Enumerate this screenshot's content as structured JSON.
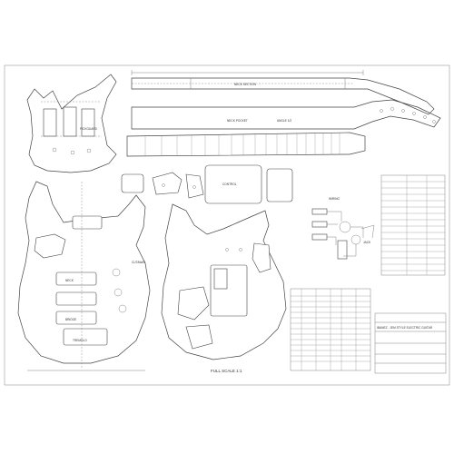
{
  "sheet": {
    "neck_top_label": "NECK SECTION",
    "neck_side_label": "NECK POCKET",
    "neck_side_label2": "ANGLE 1/2",
    "headstock_note": "",
    "body_front_label": "CUTAWAY",
    "full_scale": "FULL SCALE 1:1",
    "wiring_title": "WIRING",
    "title_block": {
      "company": "",
      "model": "IBANEZ - JEM STYLE ELECTRIC GUITAR"
    },
    "pickguard_label": "PICKGUARD",
    "cover_label": "CONTROL",
    "jack_label": "JACK",
    "trem_label": "TREMOLO",
    "neck_pickup_label": "NECK",
    "bridge_pickup_label": "BRIDGE"
  }
}
